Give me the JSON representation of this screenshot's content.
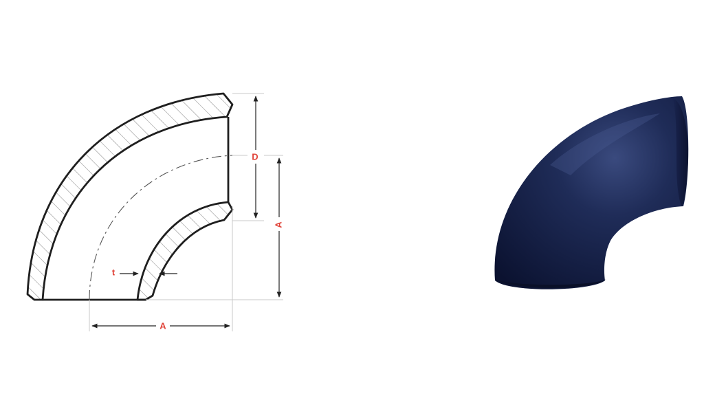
{
  "drawing": {
    "labels": {
      "diameter": "D",
      "thickness": "t",
      "center_to_end_horizontal": "A",
      "center_to_end_vertical": "A"
    }
  },
  "colors": {
    "outline": "#1f1f1f",
    "hatch": "#8a8a8a",
    "dimension_line": "#222222",
    "extension_line": "#c9c9c9",
    "label_red": "#e0443a",
    "pipe_dark": "#10193a",
    "pipe_mid": "#1f2c58",
    "pipe_highlight": "#3a4a7e"
  },
  "photo": {
    "subject": "elbow-fitting-photo"
  }
}
